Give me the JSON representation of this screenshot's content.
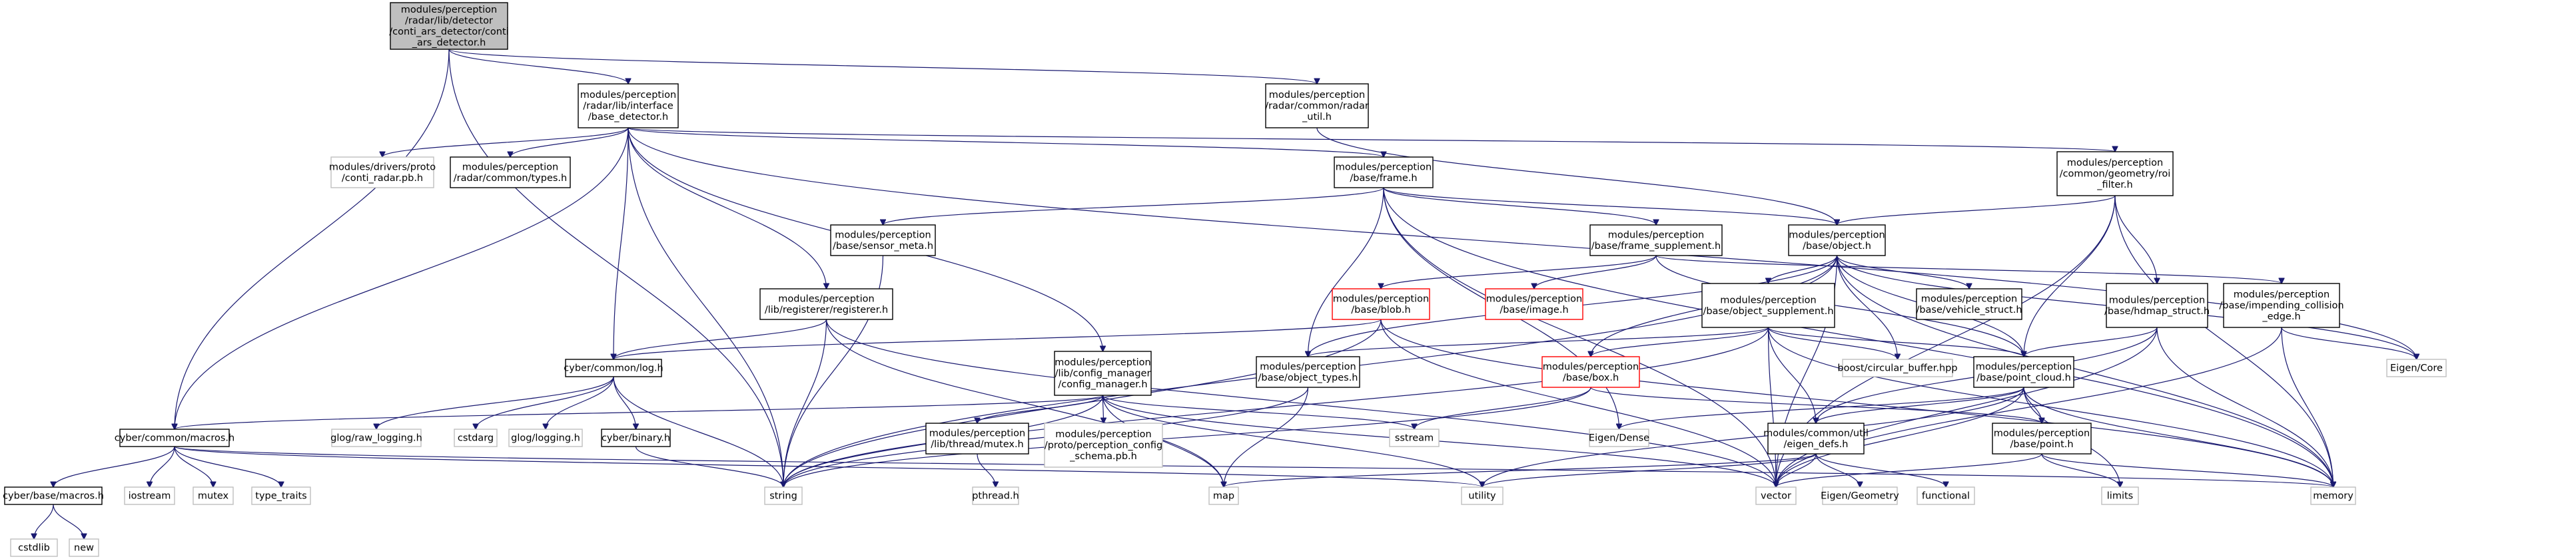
{
  "colors": {
    "edge": "#191970",
    "box_solid": "#000000",
    "box_missing": "#bfbfbf",
    "box_error": "#ff0000",
    "box_root_fill": "#bfbfbf",
    "text": "#000000"
  },
  "nodes": [
    {
      "id": "root",
      "lines": [
        "modules/perception",
        "/radar/lib/detector",
        "/conti_ars_detector/conti",
        "_ars_detector.h"
      ],
      "style": "root"
    },
    {
      "id": "base_detector",
      "lines": [
        "modules/perception",
        "/radar/lib/interface",
        "/base_detector.h"
      ],
      "style": "solid"
    },
    {
      "id": "radar_util",
      "lines": [
        "modules/perception",
        "/radar/common/radar",
        "_util.h"
      ],
      "style": "solid"
    },
    {
      "id": "conti_radar_pb",
      "lines": [
        "modules/drivers/proto",
        "/conti_radar.pb.h"
      ],
      "style": "missing"
    },
    {
      "id": "radar_types",
      "lines": [
        "modules/perception",
        "/radar/common/types.h"
      ],
      "style": "solid"
    },
    {
      "id": "frame",
      "lines": [
        "modules/perception",
        "/base/frame.h"
      ],
      "style": "solid"
    },
    {
      "id": "roi_filter",
      "lines": [
        "modules/perception",
        "/common/geometry/roi",
        "_filter.h"
      ],
      "style": "solid"
    },
    {
      "id": "sensor_meta",
      "lines": [
        "modules/perception",
        "/base/sensor_meta.h"
      ],
      "style": "solid"
    },
    {
      "id": "frame_supplement",
      "lines": [
        "modules/perception",
        "/base/frame_supplement.h"
      ],
      "style": "solid"
    },
    {
      "id": "object",
      "lines": [
        "modules/perception",
        "/base/object.h"
      ],
      "style": "solid"
    },
    {
      "id": "registerer",
      "lines": [
        "modules/perception",
        "/lib/registerer/registerer.h"
      ],
      "style": "solid"
    },
    {
      "id": "image",
      "lines": [
        "modules/perception",
        "/base/image.h"
      ],
      "style": "error"
    },
    {
      "id": "blob",
      "lines": [
        "modules/perception",
        "/base/blob.h"
      ],
      "style": "error"
    },
    {
      "id": "object_supplement",
      "lines": [
        "modules/perception",
        "/base/object_supplement.h"
      ],
      "style": "solid"
    },
    {
      "id": "vehicle_struct",
      "lines": [
        "modules/perception",
        "/base/vehicle_struct.h"
      ],
      "style": "solid"
    },
    {
      "id": "hdmap_struct",
      "lines": [
        "modules/perception",
        "/base/hdmap_struct.h"
      ],
      "style": "solid"
    },
    {
      "id": "impending_collision",
      "lines": [
        "modules/perception",
        "/base/impending_collision",
        "_edge.h"
      ],
      "style": "solid"
    },
    {
      "id": "log",
      "lines": [
        "cyber/common/log.h"
      ],
      "style": "solid"
    },
    {
      "id": "config_manager",
      "lines": [
        "modules/perception",
        "/lib/config_manager",
        "/config_manager.h"
      ],
      "style": "solid"
    },
    {
      "id": "object_types",
      "lines": [
        "modules/perception",
        "/base/object_types.h"
      ],
      "style": "solid"
    },
    {
      "id": "box",
      "lines": [
        "modules/perception",
        "/base/box.h"
      ],
      "style": "error"
    },
    {
      "id": "circular_buffer",
      "lines": [
        "boost/circular_buffer.hpp"
      ],
      "style": "missing"
    },
    {
      "id": "point_cloud",
      "lines": [
        "modules/perception",
        "/base/point_cloud.h"
      ],
      "style": "solid"
    },
    {
      "id": "eigen_core",
      "lines": [
        "Eigen/Core"
      ],
      "style": "missing"
    },
    {
      "id": "macros",
      "lines": [
        "cyber/common/macros.h"
      ],
      "style": "solid"
    },
    {
      "id": "glog_raw",
      "lines": [
        "glog/raw_logging.h"
      ],
      "style": "missing"
    },
    {
      "id": "cstdarg",
      "lines": [
        "cstdarg"
      ],
      "style": "missing"
    },
    {
      "id": "glog",
      "lines": [
        "glog/logging.h"
      ],
      "style": "missing"
    },
    {
      "id": "binary",
      "lines": [
        "cyber/binary.h"
      ],
      "style": "solid"
    },
    {
      "id": "mutex_h",
      "lines": [
        "modules/perception",
        "/lib/thread/mutex.h"
      ],
      "style": "solid"
    },
    {
      "id": "perception_config_pb",
      "lines": [
        "modules/perception",
        "/proto/perception_config",
        "_schema.pb.h"
      ],
      "style": "missing"
    },
    {
      "id": "sstream",
      "lines": [
        "sstream"
      ],
      "style": "missing"
    },
    {
      "id": "eigen_dense",
      "lines": [
        "Eigen/Dense"
      ],
      "style": "missing"
    },
    {
      "id": "eigen_defs",
      "lines": [
        "modules/common/util",
        "/eigen_defs.h"
      ],
      "style": "solid"
    },
    {
      "id": "point",
      "lines": [
        "modules/perception",
        "/base/point.h"
      ],
      "style": "solid"
    },
    {
      "id": "iostream",
      "lines": [
        "iostream"
      ],
      "style": "missing"
    },
    {
      "id": "mutex",
      "lines": [
        "mutex"
      ],
      "style": "missing"
    },
    {
      "id": "type_traits",
      "lines": [
        "type_traits"
      ],
      "style": "missing"
    },
    {
      "id": "base_macros",
      "lines": [
        "cyber/base/macros.h"
      ],
      "style": "solid"
    },
    {
      "id": "string",
      "lines": [
        "string"
      ],
      "style": "missing"
    },
    {
      "id": "pthread",
      "lines": [
        "pthread.h"
      ],
      "style": "missing"
    },
    {
      "id": "map",
      "lines": [
        "map"
      ],
      "style": "missing"
    },
    {
      "id": "utility",
      "lines": [
        "utility"
      ],
      "style": "missing"
    },
    {
      "id": "vector",
      "lines": [
        "vector"
      ],
      "style": "missing"
    },
    {
      "id": "eigen_geometry",
      "lines": [
        "Eigen/Geometry"
      ],
      "style": "missing"
    },
    {
      "id": "functional",
      "lines": [
        "functional"
      ],
      "style": "missing"
    },
    {
      "id": "limits",
      "lines": [
        "limits"
      ],
      "style": "missing"
    },
    {
      "id": "memory",
      "lines": [
        "memory"
      ],
      "style": "missing"
    },
    {
      "id": "cstdlib",
      "lines": [
        "cstdlib"
      ],
      "style": "missing"
    },
    {
      "id": "new",
      "lines": [
        "new"
      ],
      "style": "missing"
    }
  ],
  "edges": [
    [
      "root",
      "base_detector"
    ],
    [
      "root",
      "radar_util"
    ],
    [
      "root",
      "macros"
    ],
    [
      "root",
      "string"
    ],
    [
      "base_detector",
      "conti_radar_pb"
    ],
    [
      "base_detector",
      "radar_types"
    ],
    [
      "base_detector",
      "frame"
    ],
    [
      "base_detector",
      "roi_filter"
    ],
    [
      "base_detector",
      "registerer"
    ],
    [
      "base_detector",
      "log"
    ],
    [
      "base_detector",
      "config_manager"
    ],
    [
      "base_detector",
      "macros"
    ],
    [
      "base_detector",
      "string"
    ],
    [
      "base_detector",
      "eigen_core"
    ],
    [
      "radar_util",
      "object"
    ],
    [
      "frame",
      "sensor_meta"
    ],
    [
      "frame",
      "frame_supplement"
    ],
    [
      "frame",
      "object"
    ],
    [
      "frame",
      "object_types"
    ],
    [
      "frame",
      "eigen_dense"
    ],
    [
      "frame",
      "vector"
    ],
    [
      "frame",
      "memory"
    ],
    [
      "roi_filter",
      "object"
    ],
    [
      "roi_filter",
      "hdmap_struct"
    ],
    [
      "roi_filter",
      "point_cloud"
    ],
    [
      "roi_filter",
      "vector"
    ],
    [
      "roi_filter",
      "memory"
    ],
    [
      "sensor_meta",
      "string"
    ],
    [
      "frame_supplement",
      "image"
    ],
    [
      "frame_supplement",
      "blob"
    ],
    [
      "frame_supplement",
      "point_cloud"
    ],
    [
      "frame_supplement",
      "impending_collision"
    ],
    [
      "object",
      "object_supplement"
    ],
    [
      "object",
      "vehicle_struct"
    ],
    [
      "object",
      "object_types"
    ],
    [
      "object",
      "point_cloud"
    ],
    [
      "object",
      "circular_buffer"
    ],
    [
      "object",
      "eigen_core"
    ],
    [
      "object",
      "string"
    ],
    [
      "object",
      "vector"
    ],
    [
      "object",
      "memory"
    ],
    [
      "object",
      "box"
    ],
    [
      "registerer",
      "log"
    ],
    [
      "registerer",
      "string"
    ],
    [
      "registerer",
      "map"
    ],
    [
      "registerer",
      "vector"
    ],
    [
      "blob",
      "log"
    ],
    [
      "blob",
      "string"
    ],
    [
      "blob",
      "vector"
    ],
    [
      "blob",
      "memory"
    ],
    [
      "object_supplement",
      "box"
    ],
    [
      "object_supplement",
      "circular_buffer"
    ],
    [
      "object_supplement",
      "point_cloud"
    ],
    [
      "object_supplement",
      "eigen_defs"
    ],
    [
      "object_supplement",
      "object_types"
    ],
    [
      "object_supplement",
      "string"
    ],
    [
      "object_supplement",
      "vector"
    ],
    [
      "object_supplement",
      "memory"
    ],
    [
      "hdmap_struct",
      "point_cloud"
    ],
    [
      "hdmap_struct",
      "eigen_defs"
    ],
    [
      "hdmap_struct",
      "memory"
    ],
    [
      "hdmap_struct",
      "vector"
    ],
    [
      "impending_collision",
      "eigen_core"
    ],
    [
      "impending_collision",
      "memory"
    ],
    [
      "impending_collision",
      "vector"
    ],
    [
      "log",
      "glog_raw"
    ],
    [
      "log",
      "cstdarg"
    ],
    [
      "log",
      "glog"
    ],
    [
      "log",
      "binary"
    ],
    [
      "log",
      "string"
    ],
    [
      "config_manager",
      "macros"
    ],
    [
      "config_manager",
      "mutex_h"
    ],
    [
      "config_manager",
      "perception_config_pb"
    ],
    [
      "config_manager",
      "sstream"
    ],
    [
      "config_manager",
      "string"
    ],
    [
      "config_manager",
      "map"
    ],
    [
      "config_manager",
      "utility"
    ],
    [
      "config_manager",
      "vector"
    ],
    [
      "object_types",
      "string"
    ],
    [
      "object_types",
      "map"
    ],
    [
      "box",
      "sstream"
    ],
    [
      "box",
      "string"
    ],
    [
      "box",
      "point"
    ],
    [
      "point_cloud",
      "point"
    ],
    [
      "point_cloud",
      "eigen_defs"
    ],
    [
      "point_cloud",
      "eigen_dense"
    ],
    [
      "point_cloud",
      "vector"
    ],
    [
      "point_cloud",
      "memory"
    ],
    [
      "point_cloud",
      "limits"
    ],
    [
      "point_cloud",
      "utility"
    ],
    [
      "macros",
      "base_macros"
    ],
    [
      "macros",
      "iostream"
    ],
    [
      "macros",
      "mutex"
    ],
    [
      "macros",
      "type_traits"
    ],
    [
      "macros",
      "memory"
    ],
    [
      "macros",
      "utility"
    ],
    [
      "binary",
      "string"
    ],
    [
      "mutex_h",
      "pthread"
    ],
    [
      "eigen_defs",
      "eigen_geometry"
    ],
    [
      "eigen_defs",
      "functional"
    ],
    [
      "eigen_defs",
      "map"
    ],
    [
      "eigen_defs",
      "utility"
    ],
    [
      "eigen_defs",
      "vector"
    ],
    [
      "point",
      "vector"
    ],
    [
      "point",
      "memory"
    ],
    [
      "point",
      "limits"
    ],
    [
      "base_macros",
      "cstdlib"
    ],
    [
      "base_macros",
      "new"
    ]
  ]
}
